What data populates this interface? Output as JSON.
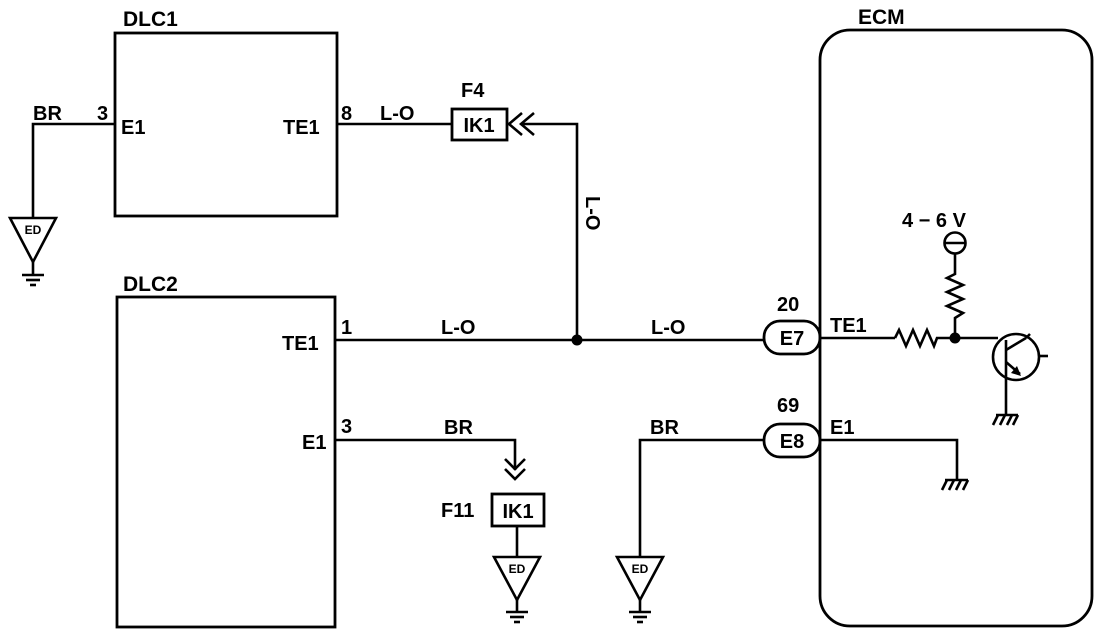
{
  "components": {
    "dlc1": {
      "title": "DLC1",
      "pin_e1_name": "E1",
      "pin_e1_num": "3",
      "pin_te1_name": "TE1",
      "pin_te1_num": "8"
    },
    "dlc2": {
      "title": "DLC2",
      "pin_te1_name": "TE1",
      "pin_te1_num": "1",
      "pin_e1_name": "E1",
      "pin_e1_num": "3"
    },
    "ecm": {
      "title": "ECM",
      "voltage": "4 − 6 V",
      "pin_te1_name": "TE1",
      "pin_te1_num": "20",
      "pin_e1_name": "E1",
      "pin_e1_num": "69"
    }
  },
  "connectors": {
    "f4": {
      "id": "F4",
      "label": "IK1"
    },
    "f11": {
      "id": "F11",
      "label": "IK1"
    },
    "e7": {
      "label": "E7"
    },
    "e8": {
      "label": "E8"
    }
  },
  "wires": {
    "dlc1_br": "BR",
    "dlc1_lo": "L-O",
    "vertical_lo": "L-O",
    "dlc2_lo": "L-O",
    "ecm_lo": "L-O",
    "dlc2_br": "BR",
    "ecm_br": "BR"
  },
  "grounds": {
    "ed_label": "ED"
  }
}
